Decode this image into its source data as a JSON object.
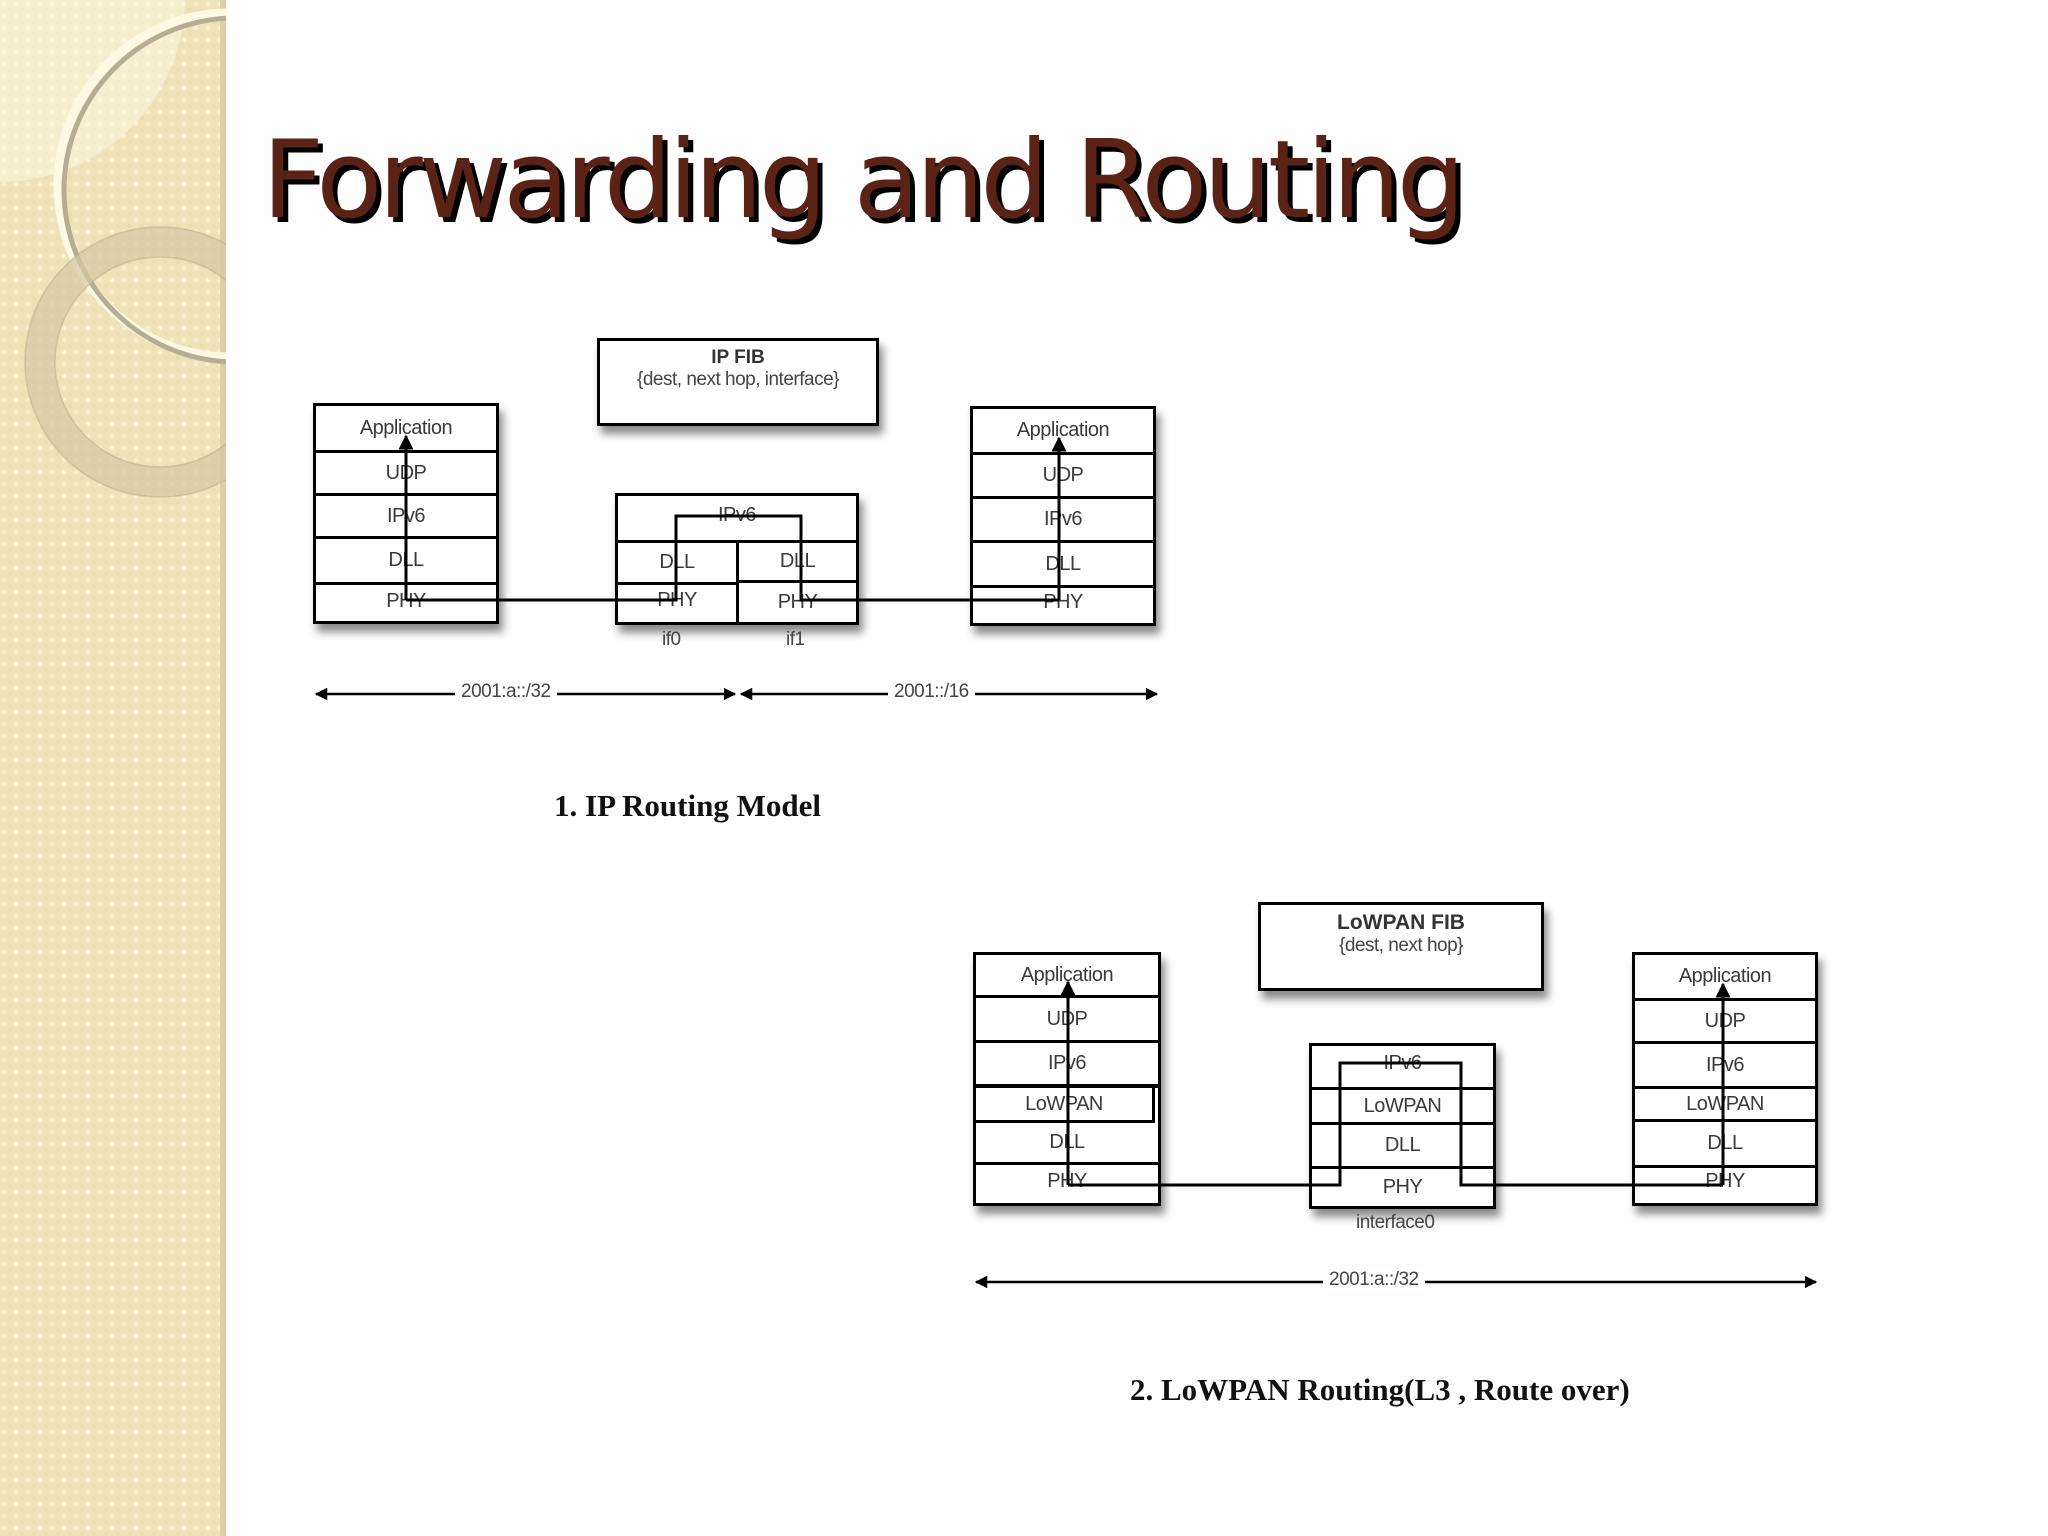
{
  "slide": {
    "title": "Forwarding and Routing",
    "colors": {
      "title": "#5a2316",
      "title_shadow": "#000000",
      "sidebar": "#f0e2b8",
      "background": "#fefefe"
    }
  },
  "diagram1": {
    "caption": "1. IP Routing Model",
    "fib": {
      "title": "IP FIB",
      "subtitle": "{dest, next hop, interface}"
    },
    "left_stack": [
      "Application",
      "UDP",
      "IPv6",
      "DLL",
      "PHY"
    ],
    "router": {
      "top": "IPv6",
      "left_dll": "DLL",
      "left_phy": "PHY",
      "right_dll": "DLL",
      "right_phy": "PHY",
      "if_left": "if0",
      "if_right": "if1"
    },
    "right_stack": [
      "Application",
      "UDP",
      "IPv6",
      "DLL",
      "PHY"
    ],
    "ranges": [
      {
        "label": "2001:a::/32"
      },
      {
        "label": "2001::/16"
      }
    ]
  },
  "diagram2": {
    "caption": "2. LoWPAN Routing(L3 , Route over)",
    "fib": {
      "title": "LoWPAN FIB",
      "subtitle": "{dest, next hop}"
    },
    "left_stack": [
      "Application",
      "UDP",
      "IPv6",
      "LoWPAN",
      "DLL",
      "PHY"
    ],
    "router": {
      "rows": [
        "IPv6",
        "LoWPAN",
        "DLL",
        "PHY"
      ],
      "interface": "interface0"
    },
    "right_stack": [
      "Application",
      "UDP",
      "IPv6",
      "LoWPAN",
      "DLL",
      "PHY"
    ],
    "ranges": [
      {
        "label": "2001:a::/32"
      }
    ]
  }
}
